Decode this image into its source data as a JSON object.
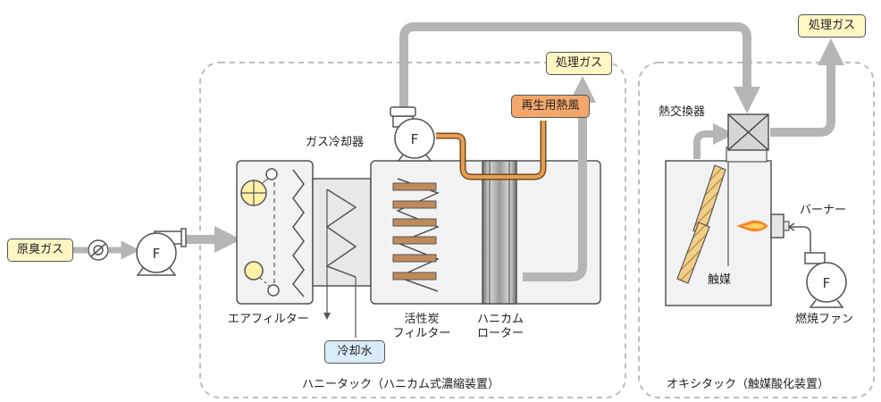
{
  "labels": {
    "raw_gas": "原臭ガス",
    "treated_gas_1": "処理ガス",
    "treated_gas_2": "処理ガス",
    "regen_air": "再生用熱風",
    "gas_cooler": "ガス冷却器",
    "cooling_water": "冷却水",
    "air_filter": "エアフィルター",
    "carbon_filter_l1": "活性炭",
    "carbon_filter_l2": "フィルター",
    "rotor_l1": "ハニカム",
    "rotor_l2": "ローター",
    "heat_exchanger": "熱交換器",
    "burner": "バーナー",
    "catalyst": "触媒",
    "combustion_fan": "燃焼ファン",
    "honeytack": "ハニータック（ハニカム式濃縮装置）",
    "oxytack": "オキシタック（触媒酸化装置）",
    "fan_symbol": "F"
  },
  "colors": {
    "flow_arrow": "#b5b5b5",
    "hot_air_duct": "#d98a3c",
    "unit_fill": "#f2f2f2",
    "carbon_plate": "#c08a5a",
    "catalyst": "#e3b96a"
  }
}
